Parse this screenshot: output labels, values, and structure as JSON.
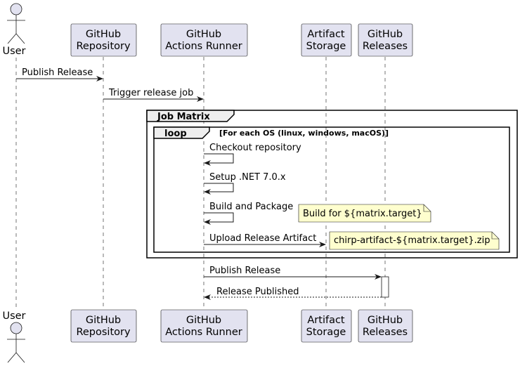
{
  "participants": {
    "user": "User",
    "repo": [
      "GitHub",
      "Repository"
    ],
    "runner": [
      "GitHub",
      "Actions Runner"
    ],
    "storage": [
      "Artifact",
      "Storage"
    ],
    "releases": [
      "GitHub",
      "Releases"
    ]
  },
  "frames": {
    "job_matrix": "Job Matrix",
    "loop": "loop",
    "loop_guard": "[For each OS (linux, windows, macOS)]"
  },
  "messages": {
    "publish_release_user": "Publish Release",
    "trigger_job": "Trigger release job",
    "checkout": "Checkout repository",
    "setup_dotnet": "Setup .NET 7.0.x",
    "build_package": "Build and Package",
    "upload_artifact": "Upload Release Artifact",
    "publish_release": "Publish Release",
    "release_published": "Release Published"
  },
  "notes": {
    "build_note": "Build for ${matrix.target}",
    "artifact_note": "chirp-artifact-${matrix.target}.zip"
  },
  "colors": {
    "participant_fill": "#e2e2f0",
    "participant_stroke": "#181818",
    "note_fill": "#fefece",
    "frame_header_fill": "#eeeeee"
  }
}
